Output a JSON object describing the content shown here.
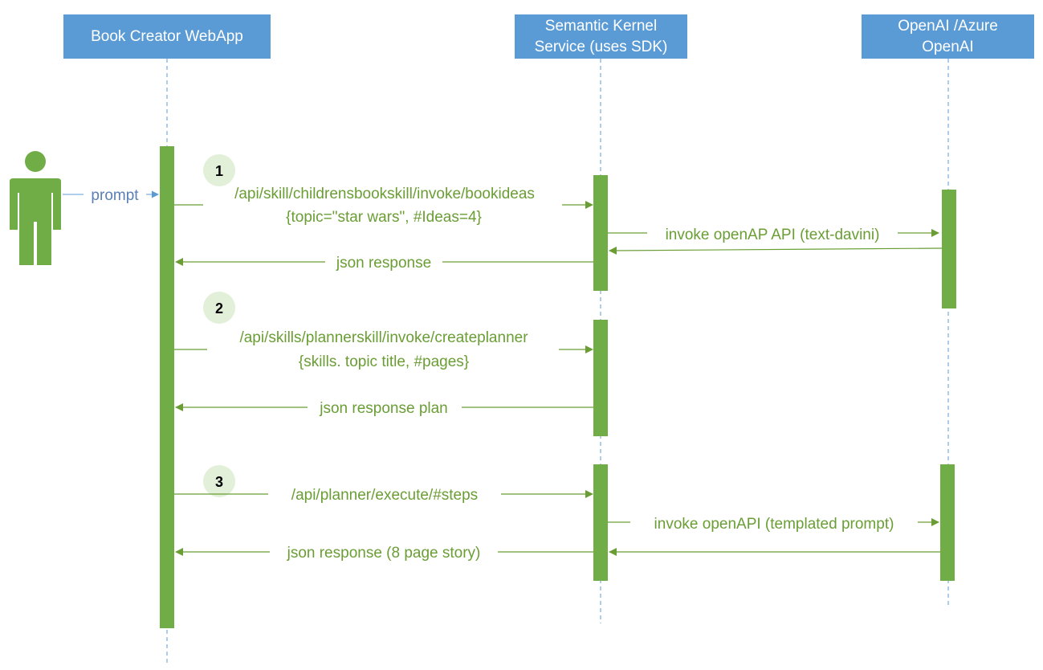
{
  "lanes": [
    {
      "id": "webapp",
      "title": "Book Creator WebApp"
    },
    {
      "id": "sk",
      "title": "Semantic Kernel\nService (uses SDK)"
    },
    {
      "id": "openai",
      "title": "OpenAI /Azure\nOpenAI"
    }
  ],
  "actor": {
    "icon": "person-icon",
    "message": "prompt"
  },
  "steps": [
    {
      "number": "1"
    },
    {
      "number": "2"
    },
    {
      "number": "3"
    }
  ],
  "messages": {
    "m1": "/api/skill/childrensbookskill/invoke/bookideas",
    "m1_params": "{topic=\"star wars\", #Ideas=4}",
    "m2": "invoke openAP API (text-davini)",
    "m3": "json response",
    "m4": "/api/skills/plannerskill/invoke/createplanner",
    "m4_params": "{skills. topic title, #pages}",
    "m5": "json response plan",
    "m6": "/api/planner/execute/#steps",
    "m7": "invoke openAPI (templated prompt)",
    "m8": "json response (8 page story)"
  },
  "colors": {
    "lane_header": "#5b9bd5",
    "activation": "#70ad47",
    "arrow": "#6a9e35",
    "step_circle": "#e2efd9",
    "lifeline": "#5b9bd5"
  }
}
